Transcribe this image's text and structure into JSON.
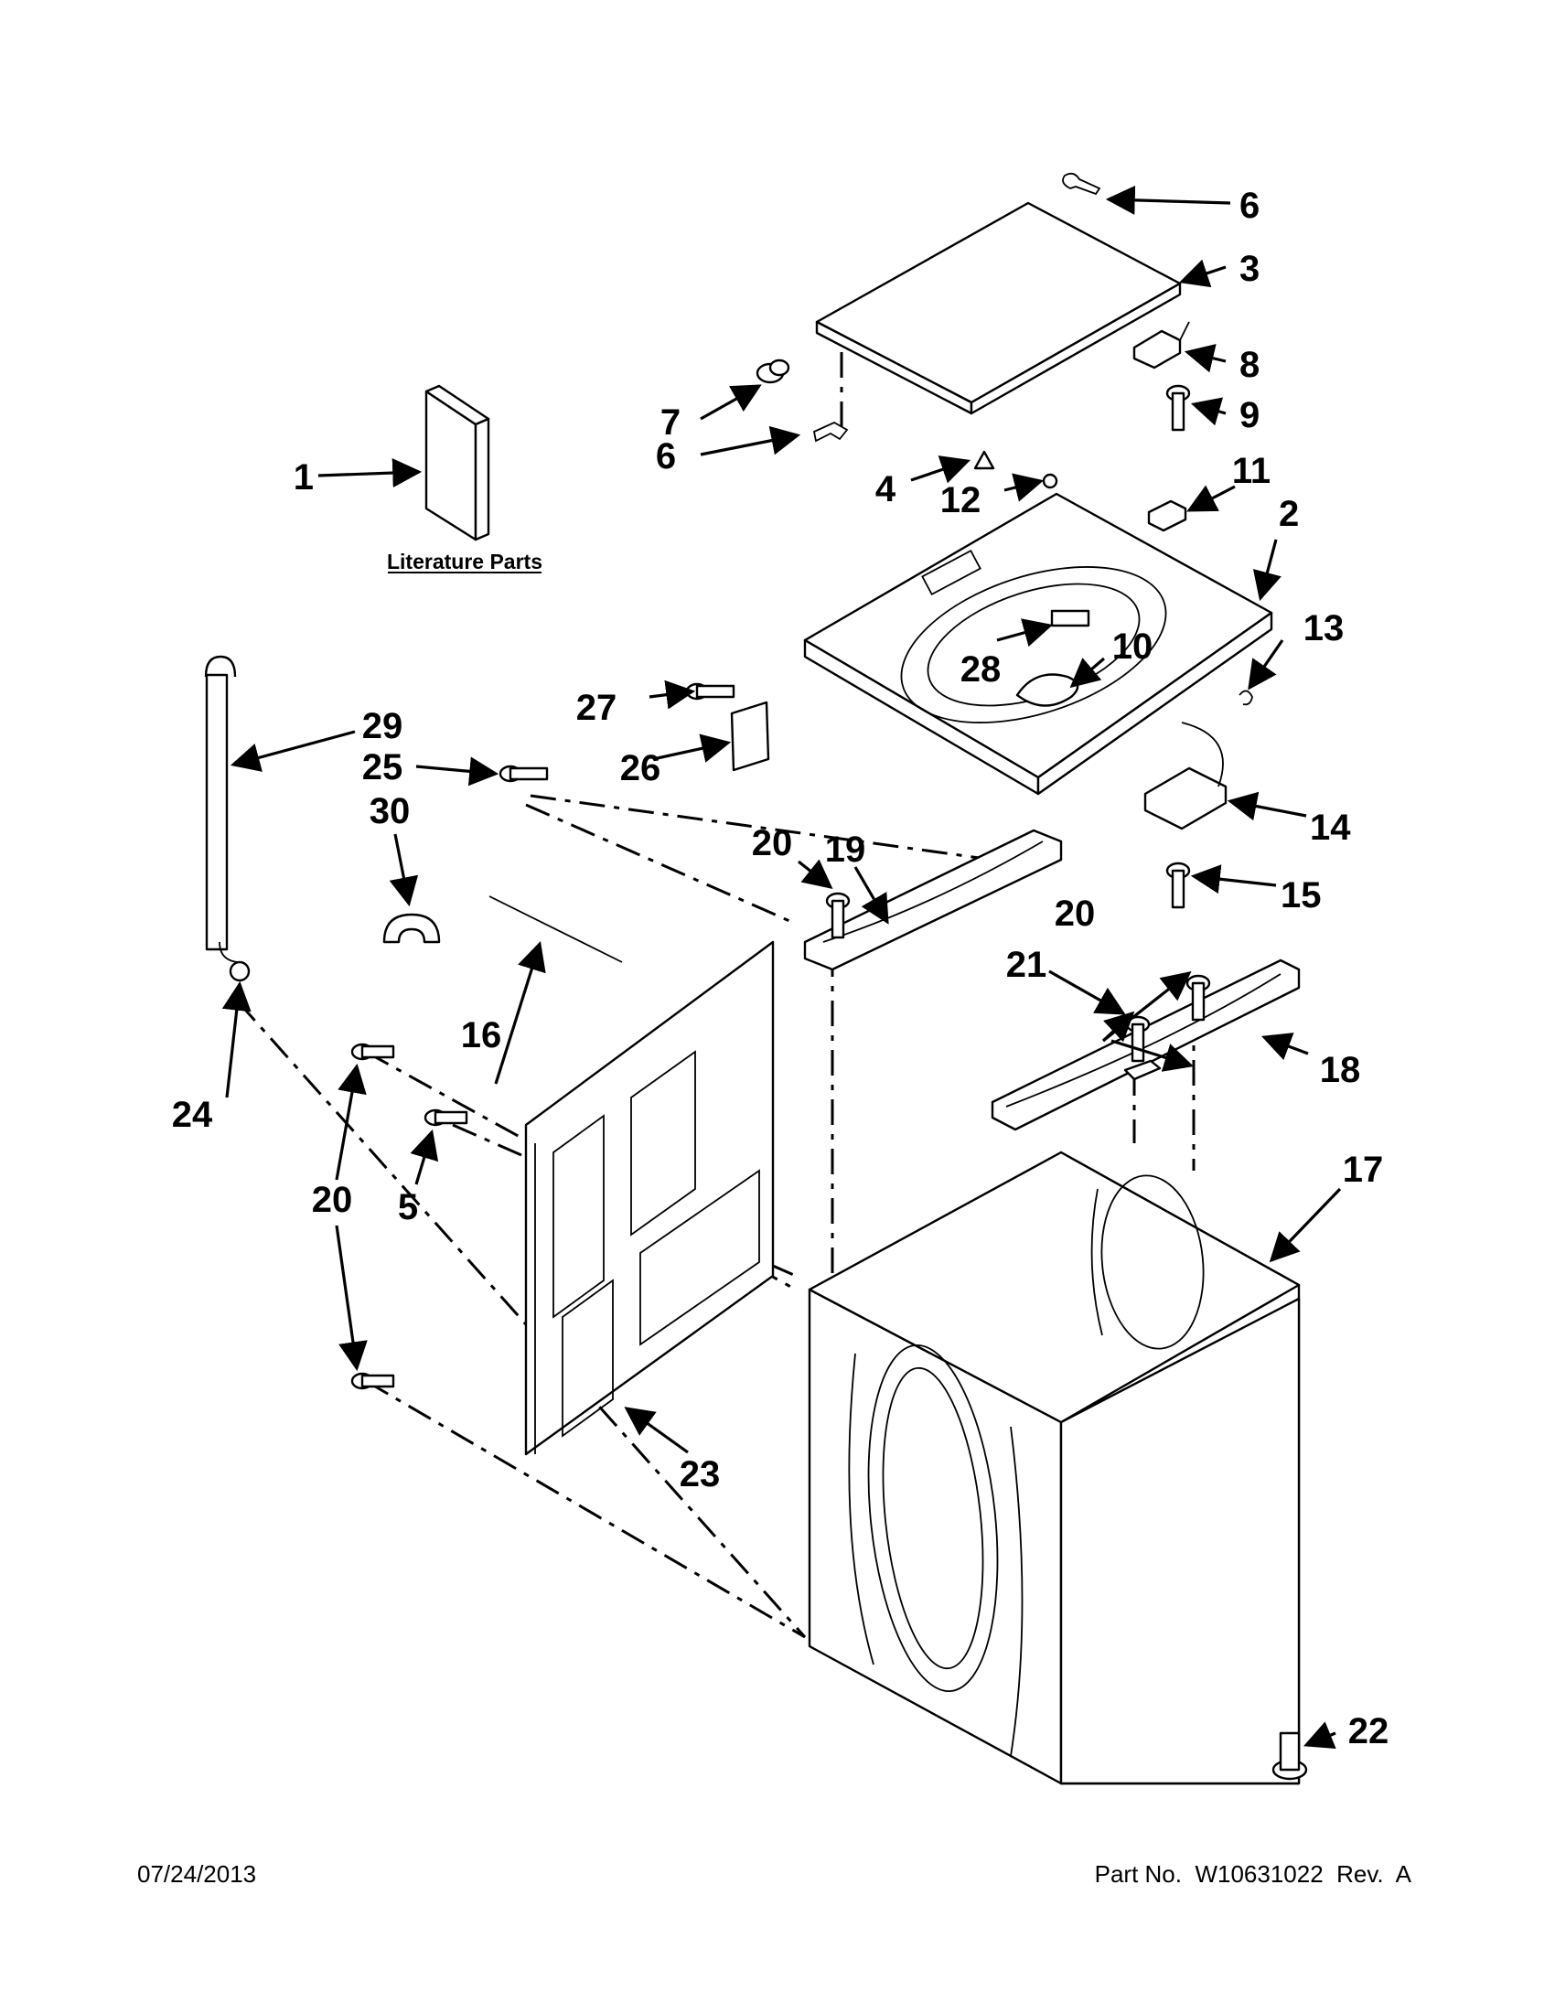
{
  "labels": {
    "c1": "1",
    "c2": "2",
    "c3": "3",
    "c4": "4",
    "c5": "5",
    "c6a": "6",
    "c6b": "6",
    "c7": "7",
    "c8": "8",
    "c9": "9",
    "c10": "10",
    "c11": "11",
    "c12": "12",
    "c13": "13",
    "c14": "14",
    "c15": "15",
    "c16": "16",
    "c17": "17",
    "c18": "18",
    "c19": "19",
    "c20a": "20",
    "c20b": "20",
    "c20c": "20",
    "c21": "21",
    "c22": "22",
    "c23": "23",
    "c24": "24",
    "c25": "25",
    "c26": "26",
    "c27": "27",
    "c28": "28",
    "c29": "29",
    "c30": "30"
  },
  "literature_label": "Literature Parts",
  "footer": {
    "date": "07/24/2013",
    "part_number": "Part No.  W10631022  Rev.  A"
  }
}
